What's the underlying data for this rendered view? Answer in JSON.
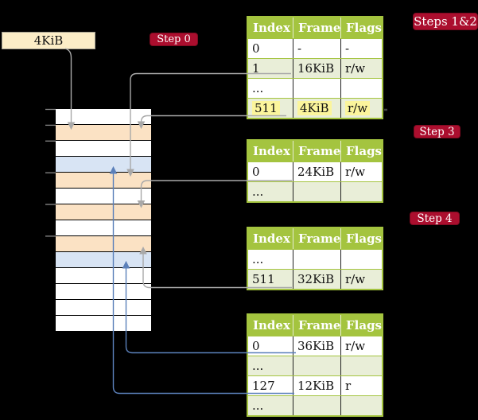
{
  "frame_label": "4KiB",
  "badges": {
    "step0": "Step 0",
    "steps12": "Steps 1&2",
    "step3": "Step 3",
    "step4": "Step 4"
  },
  "table_headers": [
    "Index",
    "Frame",
    "Flags"
  ],
  "tables": {
    "t1": {
      "rows": [
        [
          "0",
          "-",
          "-"
        ],
        [
          "1",
          "16KiB",
          "r/w"
        ],
        [
          "...",
          "",
          ""
        ],
        [
          "511",
          "4KiB",
          "r/w"
        ]
      ]
    },
    "t2": {
      "rows": [
        [
          "0",
          "24KiB",
          "r/w"
        ],
        [
          "...",
          "",
          ""
        ]
      ]
    },
    "t3": {
      "rows": [
        [
          "...",
          "",
          ""
        ],
        [
          "511",
          "32KiB",
          "r/w"
        ]
      ]
    },
    "t4": {
      "rows": [
        [
          "0",
          "36KiB",
          "r/w"
        ],
        [
          "...",
          "",
          ""
        ],
        [
          "127",
          "12KiB",
          "r"
        ],
        [
          "...",
          "",
          ""
        ]
      ]
    }
  },
  "memory": {
    "rows": [
      "plain",
      "orange",
      "plain",
      "blue",
      "orange",
      "plain",
      "orange",
      "plain",
      "orange",
      "blue",
      "plain",
      "plain",
      "plain",
      "plain"
    ]
  },
  "colors": {
    "background": "#000000",
    "table_header_green": "#a4c43f",
    "table_row_olive": "#e9eed8",
    "highlight_yellow": "#fbf59c",
    "badge_red": "#ab0e2e",
    "frame_orange": "#fbe2c4",
    "frame_blue": "#d8e4f4",
    "label_cream": "#fcedc7",
    "arrow_gray": "#a9a9a9",
    "arrow_blue": "#5b80ba"
  }
}
